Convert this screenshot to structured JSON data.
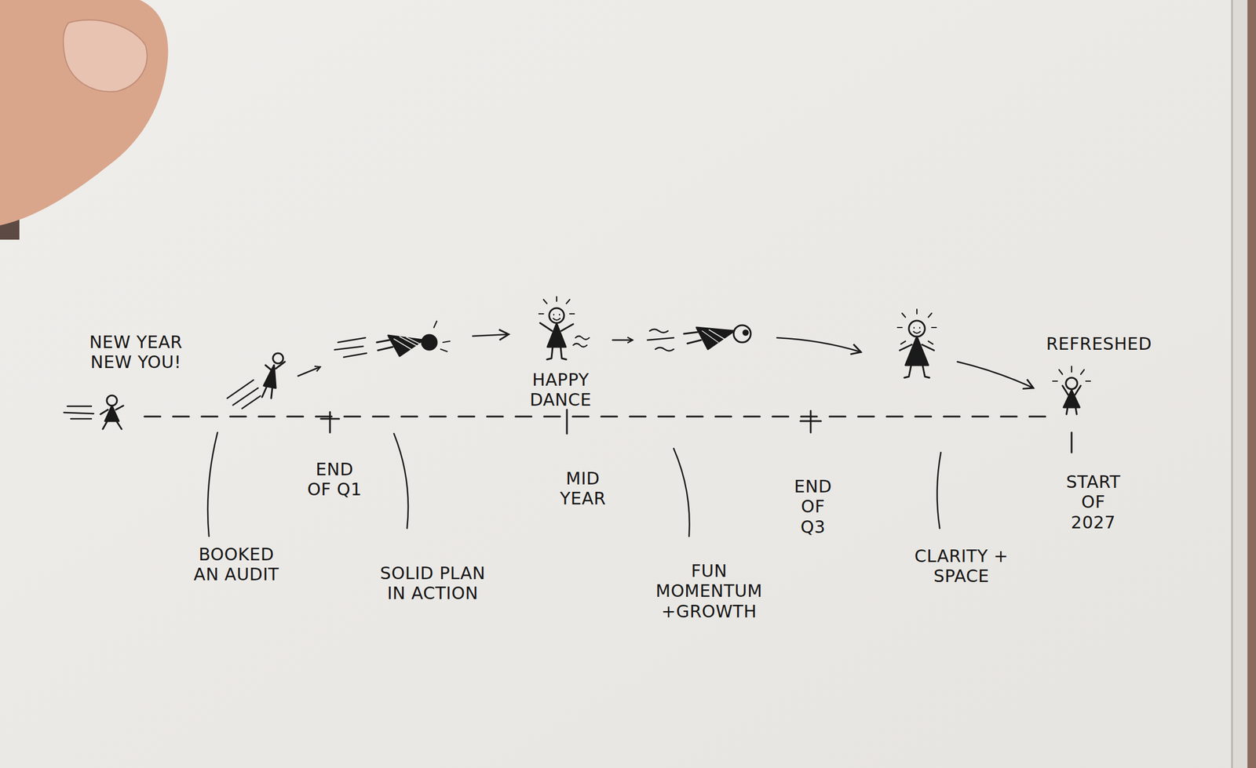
{
  "diagram": {
    "labels": [
      "NEW YEAR NEW YOU!",
      "BOOKED AN AUDIT",
      "END OF Q1",
      "SOLID PLAN IN ACTION",
      "HAPPY DANCE",
      "MID YEAR",
      "FUN MOMENTUM +GROWTH",
      "END OF Q3",
      "CLARITY + SPACE",
      "REFRESHED",
      "START OF 2027"
    ]
  }
}
